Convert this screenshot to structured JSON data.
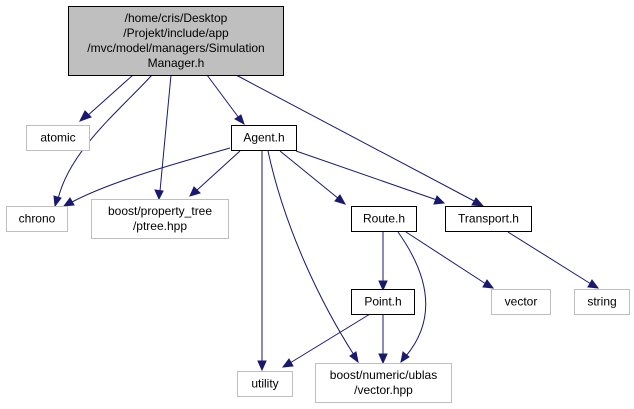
{
  "nodes": {
    "simulation_manager": {
      "lines": [
        "/home/cris/Desktop",
        "/Projekt/include/app",
        "/mvc/model/managers/Simulation",
        "Manager.h"
      ],
      "fill": "#bfbfbf",
      "stroke": "#000000"
    },
    "atomic": {
      "lines": [
        "atomic"
      ],
      "fill": "#ffffff",
      "stroke": "#bfbfbf"
    },
    "agent": {
      "lines": [
        "Agent.h"
      ],
      "fill": "#ffffff",
      "stroke": "#000000"
    },
    "chrono": {
      "lines": [
        "chrono"
      ],
      "fill": "#ffffff",
      "stroke": "#bfbfbf"
    },
    "ptree": {
      "lines": [
        "boost/property_tree",
        "/ptree.hpp"
      ],
      "fill": "#ffffff",
      "stroke": "#bfbfbf"
    },
    "route": {
      "lines": [
        "Route.h"
      ],
      "fill": "#ffffff",
      "stroke": "#000000"
    },
    "transport": {
      "lines": [
        "Transport.h"
      ],
      "fill": "#ffffff",
      "stroke": "#000000"
    },
    "point": {
      "lines": [
        "Point.h"
      ],
      "fill": "#ffffff",
      "stroke": "#000000"
    },
    "vector": {
      "lines": [
        "vector"
      ],
      "fill": "#ffffff",
      "stroke": "#bfbfbf"
    },
    "string": {
      "lines": [
        "string"
      ],
      "fill": "#ffffff",
      "stroke": "#bfbfbf"
    },
    "utility": {
      "lines": [
        "utility"
      ],
      "fill": "#ffffff",
      "stroke": "#bfbfbf"
    },
    "ublas_vector": {
      "lines": [
        "boost/numeric/ublas",
        "/vector.hpp"
      ],
      "fill": "#ffffff",
      "stroke": "#bfbfbf"
    }
  },
  "edges": [
    {
      "from": "simulation_manager",
      "to": "atomic"
    },
    {
      "from": "simulation_manager",
      "to": "chrono"
    },
    {
      "from": "simulation_manager",
      "to": "ptree"
    },
    {
      "from": "simulation_manager",
      "to": "agent"
    },
    {
      "from": "simulation_manager",
      "to": "transport"
    },
    {
      "from": "agent",
      "to": "chrono"
    },
    {
      "from": "agent",
      "to": "ptree"
    },
    {
      "from": "agent",
      "to": "route"
    },
    {
      "from": "agent",
      "to": "transport"
    },
    {
      "from": "agent",
      "to": "utility"
    },
    {
      "from": "agent",
      "to": "ublas_vector"
    },
    {
      "from": "route",
      "to": "point"
    },
    {
      "from": "route",
      "to": "vector"
    },
    {
      "from": "route",
      "to": "ublas_vector"
    },
    {
      "from": "transport",
      "to": "string"
    },
    {
      "from": "point",
      "to": "utility"
    },
    {
      "from": "point",
      "to": "ublas_vector"
    }
  ],
  "colors": {
    "edge": "#191970"
  }
}
